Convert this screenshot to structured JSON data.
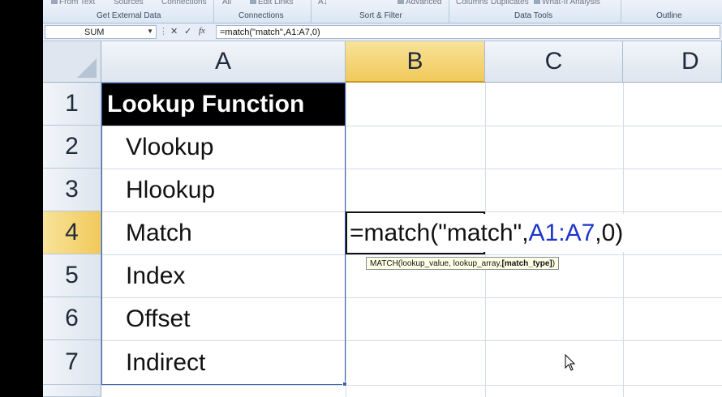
{
  "ribbon": {
    "items": {
      "from_text": "From Text",
      "sources": "Sources",
      "connections_btn": "Connections",
      "all": "All",
      "edit_links": "Edit Links",
      "az": "A↓",
      "advanced": "Advanced",
      "columns": "Columns",
      "duplicates": "Duplicates",
      "whatif": "What-If Analysis"
    },
    "groups": {
      "external_data": "Get External Data",
      "connections": "Connections",
      "sort_filter": "Sort & Filter",
      "data_tools": "Data Tools",
      "outline": "Outline"
    }
  },
  "formula_bar": {
    "name_box": "SUM",
    "cancel": "✕",
    "enter": "✓",
    "fx": "fx",
    "formula": "=match(\"match\",A1:A7,0)"
  },
  "columns": [
    "A",
    "B",
    "C",
    "D"
  ],
  "rows": [
    "1",
    "2",
    "3",
    "4",
    "5",
    "6",
    "7"
  ],
  "column_a_cells": [
    "Lookup Function",
    "Vlookup",
    "Hlookup",
    "Match",
    "Index",
    "Offset",
    "Indirect"
  ],
  "editing": {
    "prefix": "=match(\"match\",",
    "range": "A1:A7",
    "suffix": ",0)"
  },
  "tooltip": {
    "signature": "MATCH(lookup_value, lookup_array, ",
    "current_arg": "[match_type]",
    "close": ")"
  },
  "colors": {
    "accent_header": "#f1c95a",
    "range_ref": "#1c35c8",
    "header_cell_bg": "#000000"
  }
}
